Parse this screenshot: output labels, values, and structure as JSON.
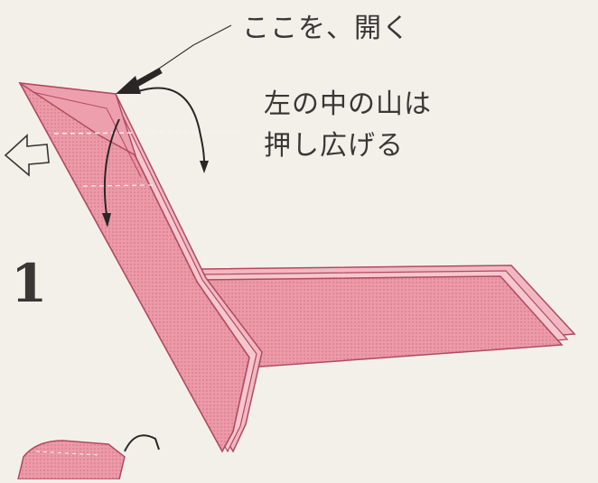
{
  "diagram": {
    "step_number": "1",
    "annotation_open": "ここを、開く",
    "annotation_spread_line1": "左の中の山は",
    "annotation_spread_line2": "押し広げる"
  },
  "colors": {
    "paper_front": "#ec9aa8",
    "paper_back": "#f2b8c2",
    "edge": "#b04a60",
    "ink": "#3a3636",
    "background": "#f3f0ea"
  },
  "icons": [
    "open-here-arrow-icon",
    "push-arrow-icon",
    "fold-down-arrow-icon",
    "fold-back-arrow-icon"
  ]
}
